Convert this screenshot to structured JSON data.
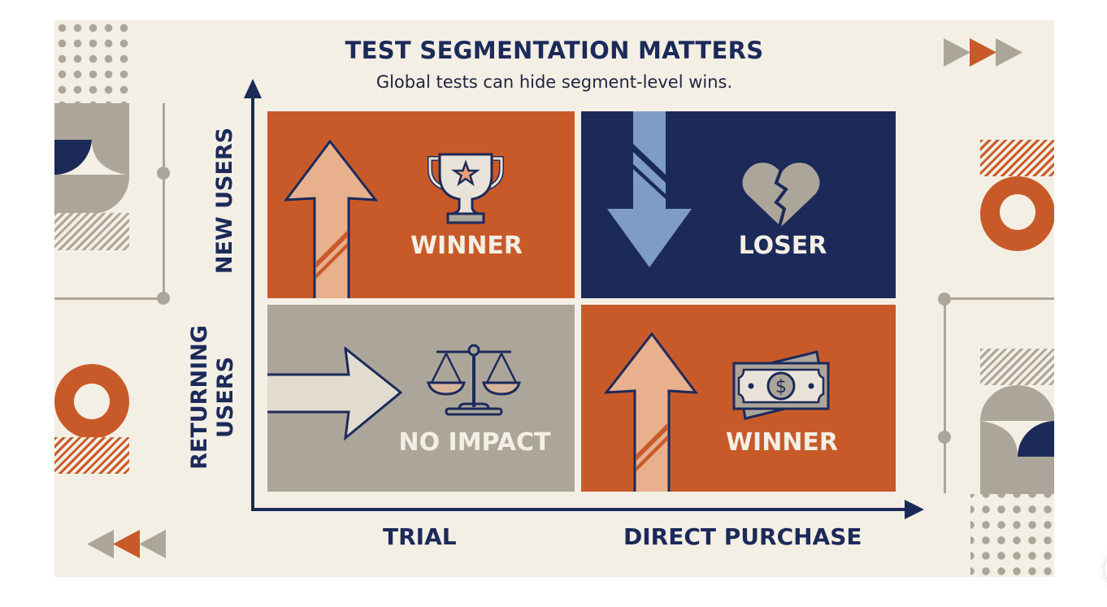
{
  "infographic": {
    "title": "TEST SEGMENTATION MATTERS",
    "subtitle": "Global tests can hide segment-level wins.",
    "y_axis": {
      "top_label": "NEW USERS",
      "bottom_label_line1": "RETURNING",
      "bottom_label_line2": "USERS"
    },
    "x_axis": {
      "left_label": "TRIAL",
      "right_label": "DIRECT PURCHASE"
    },
    "quadrants": [
      {
        "position": "top-left",
        "segment": "New Users / Trial",
        "label": "WINNER",
        "icon": "trophy-icon",
        "arrow": "up",
        "color": "#c85a2a"
      },
      {
        "position": "top-right",
        "segment": "New Users / Direct Purchase",
        "label": "LOSER",
        "icon": "broken-heart-icon",
        "arrow": "down",
        "color": "#1c2a5a"
      },
      {
        "position": "bottom-left",
        "segment": "Returning Users / Trial",
        "label": "NO IMPACT",
        "icon": "balance-scale-icon",
        "arrow": "right",
        "color": "#aca59a"
      },
      {
        "position": "bottom-right",
        "segment": "Returning Users / Direct Purchase",
        "label": "WINNER",
        "icon": "money-bill-icon",
        "arrow": "up",
        "color": "#c85a2a"
      }
    ],
    "colors": {
      "background": "#f4efe4",
      "navy": "#1c2a5a",
      "orange": "#c85a2a",
      "taupe": "#aca59a",
      "peach": "#e9b08e",
      "light_blue": "#7f9cc9",
      "cream": "#f4efe4"
    }
  }
}
